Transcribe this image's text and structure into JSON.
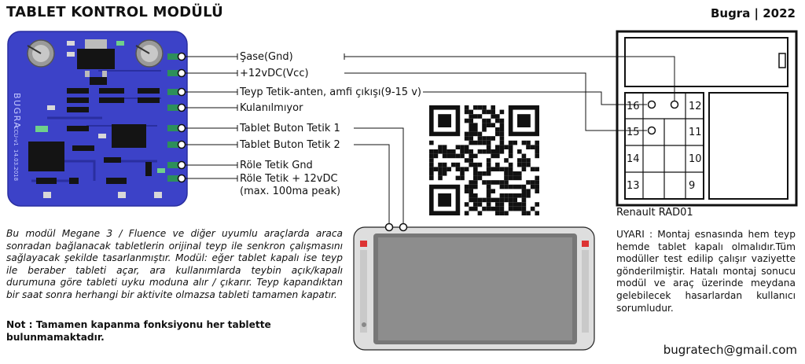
{
  "title": "TABLET KONTROL MODÜLÜ",
  "author": "Bugra | 2022",
  "board": {
    "silk_brand": "BUGRA",
    "silk_version": "CCU-v1",
    "silk_date": "14.03.2018"
  },
  "pins": [
    {
      "label": "Şase(Gnd)"
    },
    {
      "label": "+12vDC(Vcc)"
    },
    {
      "label": "Teyp Tetik-anten, amfi çıkışı(9-15 v)"
    },
    {
      "label": "Kulanılmıyor"
    },
    {
      "label": "Tablet Buton Tetik 1"
    },
    {
      "label": "Tablet Buton Tetik 2"
    },
    {
      "label": "Röle Tetik Gnd"
    },
    {
      "label": "Röle Tetik + 12vDC"
    },
    {
      "label": "(max. 100ma peak)"
    }
  ],
  "connector": {
    "name": "Renault RAD01",
    "numbers": {
      "r16": "16",
      "r12": "12",
      "r15": "15",
      "r11": "11",
      "r14": "14",
      "r10": "10",
      "r13": "13",
      "r9": "9"
    }
  },
  "description": "Bu modül Megane 3 / Fluence ve diğer uyumlu araçlarda araca sonradan bağlanacak tabletlerin orijinal teyp ile senkron çalışmasını sağlayacak şekilde tasarlanmıştır. Modül: eğer tablet kapalı ise teyp ile beraber tableti açar, ara kullanımlarda teybin açık/kapalı durumuna göre tableti uyku moduna alır / çıkarır. Teyp kapandıktan bir saat sonra herhangi bir aktivite olmazsa tableti tamamen kapatır.",
  "note": "Not : Tamamen kapanma fonksiyonu her tablette bulunmamaktadır.",
  "warning": "UYARI : Montaj esnasında hem teyp hemde tablet kapalı olmalıdır.Tüm modüller test edilip çalışır vaziyette gönderilmiştir. Hatalı montaj sonucu modül ve araç üzerinde meydana gelebilecek hasarlardan kullanıcı sorumludur.",
  "email": "bugratech@gmail.com",
  "colors": {
    "pcb": "#3c42c8",
    "pcb_edge": "#2a2fa0",
    "tablet_frame": "#dcdcdc",
    "tablet_screen": "#8d8d8d"
  }
}
